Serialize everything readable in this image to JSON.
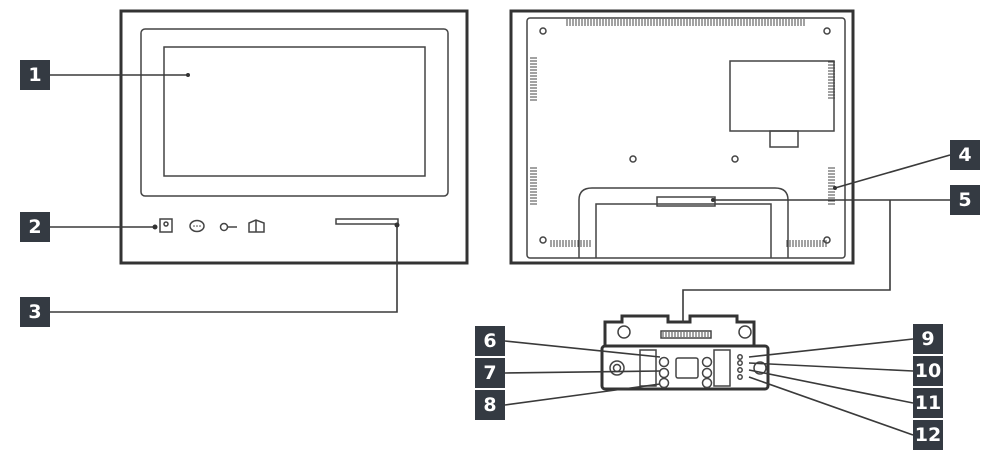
{
  "diagram": {
    "title": "Monitor front, back and terminal block",
    "callouts": [
      "1",
      "2",
      "3",
      "4",
      "5",
      "6",
      "7",
      "8",
      "9",
      "10",
      "11",
      "12"
    ],
    "icons": [
      "doorbell-monitor-icon",
      "message-icon",
      "key-icon",
      "unlock-icon"
    ],
    "label_color": "#343a42"
  }
}
